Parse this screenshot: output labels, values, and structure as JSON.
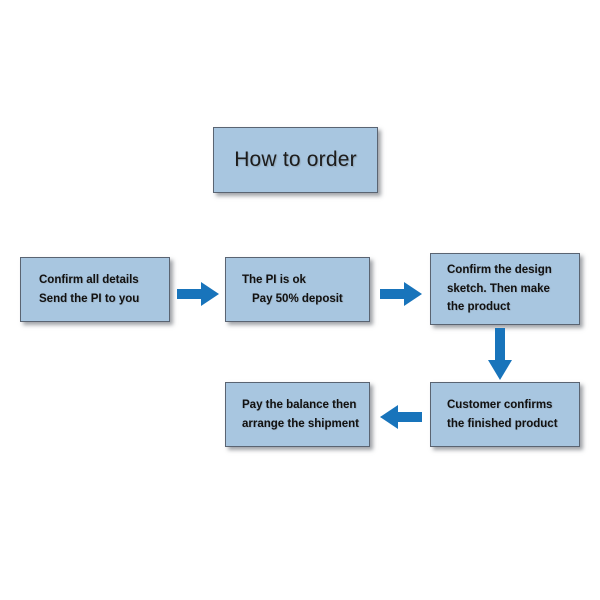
{
  "diagram": {
    "title_box": {
      "label": "How to order"
    },
    "steps": [
      {
        "id": "step-1",
        "lines": [
          "Confirm all details",
          "Send the PI to you"
        ]
      },
      {
        "id": "step-2",
        "lines": [
          "The PI is ok",
          "Pay 50% deposit"
        ]
      },
      {
        "id": "step-3",
        "lines": [
          "Confirm the design",
          "sketch. Then make",
          "the product"
        ]
      },
      {
        "id": "step-4",
        "lines": [
          "Customer confirms",
          "the finished product"
        ]
      },
      {
        "id": "step-5",
        "lines": [
          "Pay the balance then",
          "arrange the shipment"
        ]
      }
    ],
    "connectors": [
      {
        "id": "arrow-step1-to-step2",
        "direction": "right"
      },
      {
        "id": "arrow-step2-to-step3",
        "direction": "right"
      },
      {
        "id": "arrow-step3-to-step4",
        "direction": "down"
      },
      {
        "id": "arrow-step4-to-step5",
        "direction": "left"
      }
    ],
    "colors": {
      "box_fill": "#a8c6e0",
      "box_border": "#5a6472",
      "arrow_fill": "#1874bb",
      "text": "#111111",
      "background": "#ffffff"
    }
  }
}
